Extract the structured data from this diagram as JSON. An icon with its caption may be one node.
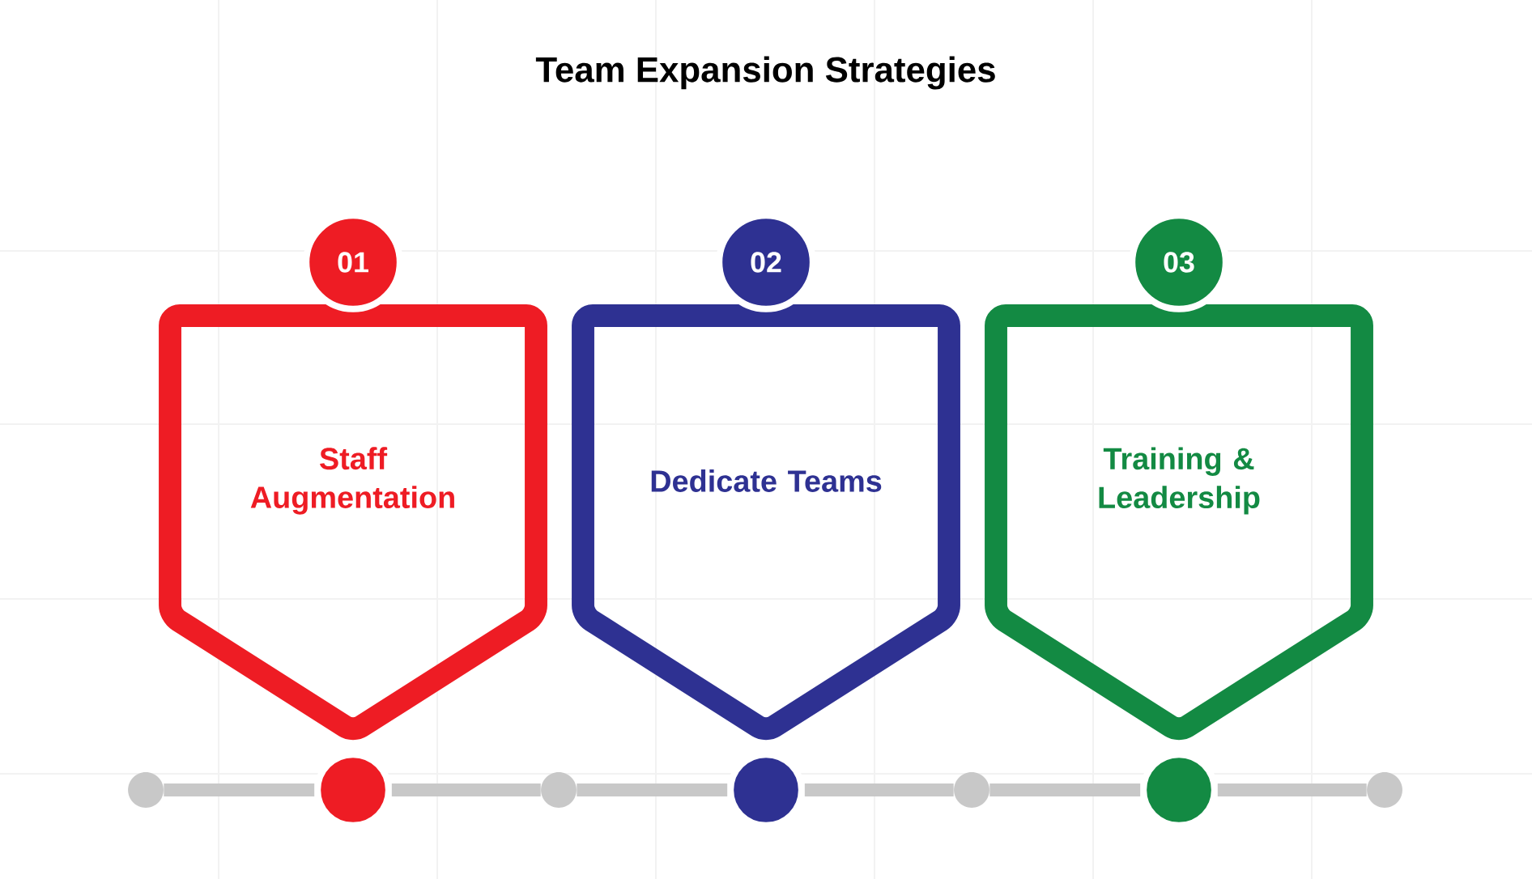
{
  "diagram": {
    "title": "Team Expansion Strategies",
    "nodes": [
      {
        "text": [
          "01"
        ]
      },
      {
        "text": [
          "Staff Augmentation"
        ]
      },
      {
        "text": [
          "02"
        ]
      },
      {
        "text": [
          "Dedicate Teams"
        ]
      },
      {
        "text": [
          "03"
        ]
      },
      {
        "text": [
          "Training & Leadership"
        ]
      },
      {
        "text": [],
        "shape": "circle"
      },
      {
        "text": [],
        "shape": "circle"
      },
      {
        "text": [],
        "shape": "circle"
      },
      {
        "text": [],
        "shape": "circle"
      },
      {
        "text": [],
        "shape": "circle"
      },
      {
        "text": [],
        "shape": "circle"
      },
      {
        "text": [],
        "shape": "circle"
      }
    ],
    "edges": [
      {
        "from": 6,
        "to": 7,
        "arrow": "none"
      },
      {
        "from": 7,
        "to": 8,
        "arrow": "none"
      },
      {
        "from": 8,
        "to": 9,
        "arrow": "none"
      },
      {
        "from": 9,
        "to": 10,
        "arrow": "none"
      },
      {
        "from": 10,
        "to": 11,
        "arrow": "none"
      },
      {
        "from": 11,
        "to": 12,
        "arrow": "none"
      }
    ]
  }
}
